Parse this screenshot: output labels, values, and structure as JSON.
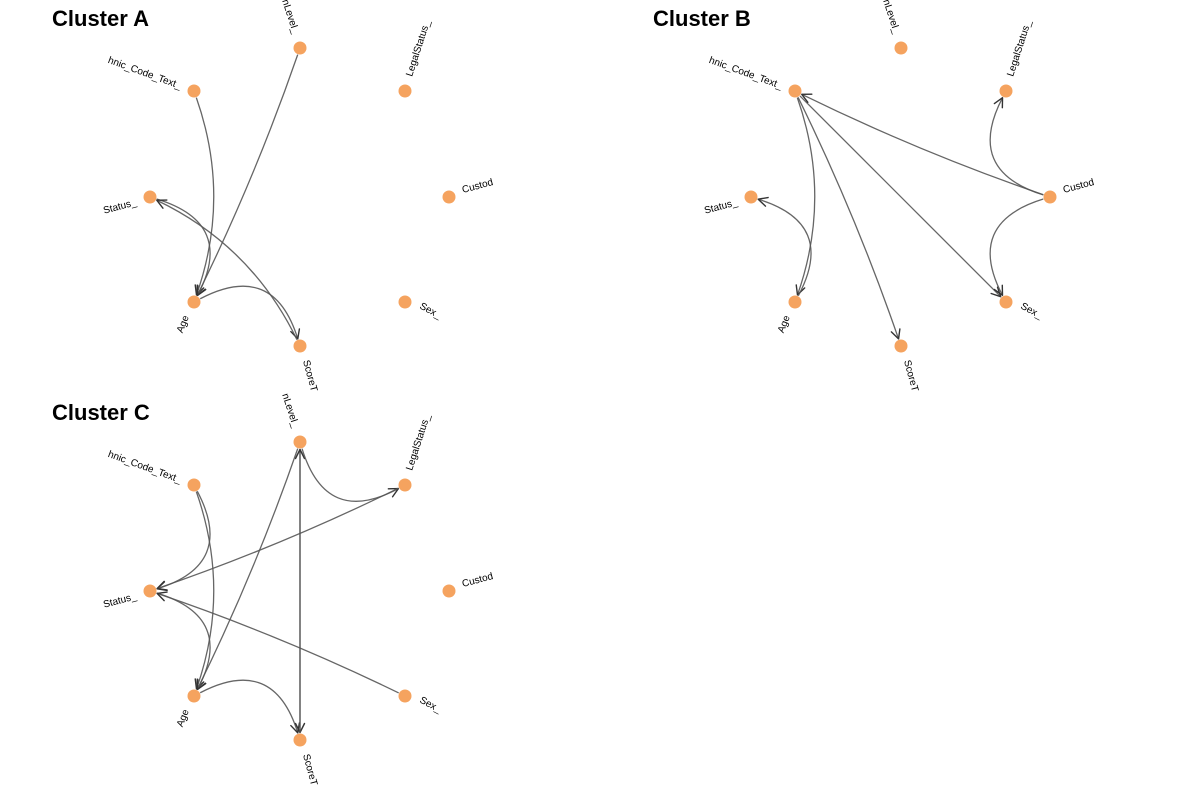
{
  "node_color": "#F5A35F",
  "edge_color": "#555555",
  "nodes": [
    {
      "id": "EducationLevel",
      "label": "nLevel_"
    },
    {
      "id": "LegalStatus",
      "label": "LegalStatus_"
    },
    {
      "id": "CustodyStatus",
      "label": "Custod"
    },
    {
      "id": "Sex",
      "label": "Sex_"
    },
    {
      "id": "ScoreText",
      "label": "ScoreT"
    },
    {
      "id": "Age",
      "label": "Age"
    },
    {
      "id": "MaritalStatus",
      "label": "Status_"
    },
    {
      "id": "EthnicCode",
      "label": "hnic_Code_Text_"
    }
  ],
  "panels": [
    {
      "title": "Cluster A",
      "edges": [
        {
          "from": "EthnicCode",
          "to": "Age"
        },
        {
          "from": "EducationLevel",
          "to": "Age"
        },
        {
          "from": "MaritalStatus",
          "to": "Age"
        },
        {
          "from": "Age",
          "to": "ScoreText"
        },
        {
          "from": "ScoreText",
          "to": "MaritalStatus"
        }
      ]
    },
    {
      "title": "Cluster B",
      "edges": [
        {
          "from": "EthnicCode",
          "to": "Age"
        },
        {
          "from": "EthnicCode",
          "to": "ScoreText"
        },
        {
          "from": "EthnicCode",
          "to": "Sex"
        },
        {
          "from": "CustodyStatus",
          "to": "EthnicCode"
        },
        {
          "from": "CustodyStatus",
          "to": "LegalStatus"
        },
        {
          "from": "CustodyStatus",
          "to": "Sex"
        },
        {
          "from": "Age",
          "to": "MaritalStatus"
        }
      ]
    },
    {
      "title": "Cluster C",
      "edges": [
        {
          "from": "EthnicCode",
          "to": "MaritalStatus"
        },
        {
          "from": "EthnicCode",
          "to": "Age"
        },
        {
          "from": "MaritalStatus",
          "to": "Age"
        },
        {
          "from": "Age",
          "to": "ScoreText"
        },
        {
          "from": "EducationLevel",
          "to": "ScoreText"
        },
        {
          "from": "ScoreText",
          "to": "EducationLevel"
        },
        {
          "from": "EducationLevel",
          "to": "Age"
        },
        {
          "from": "EducationLevel",
          "to": "LegalStatus"
        },
        {
          "from": "LegalStatus",
          "to": "MaritalStatus"
        },
        {
          "from": "Sex",
          "to": "MaritalStatus"
        }
      ]
    }
  ]
}
